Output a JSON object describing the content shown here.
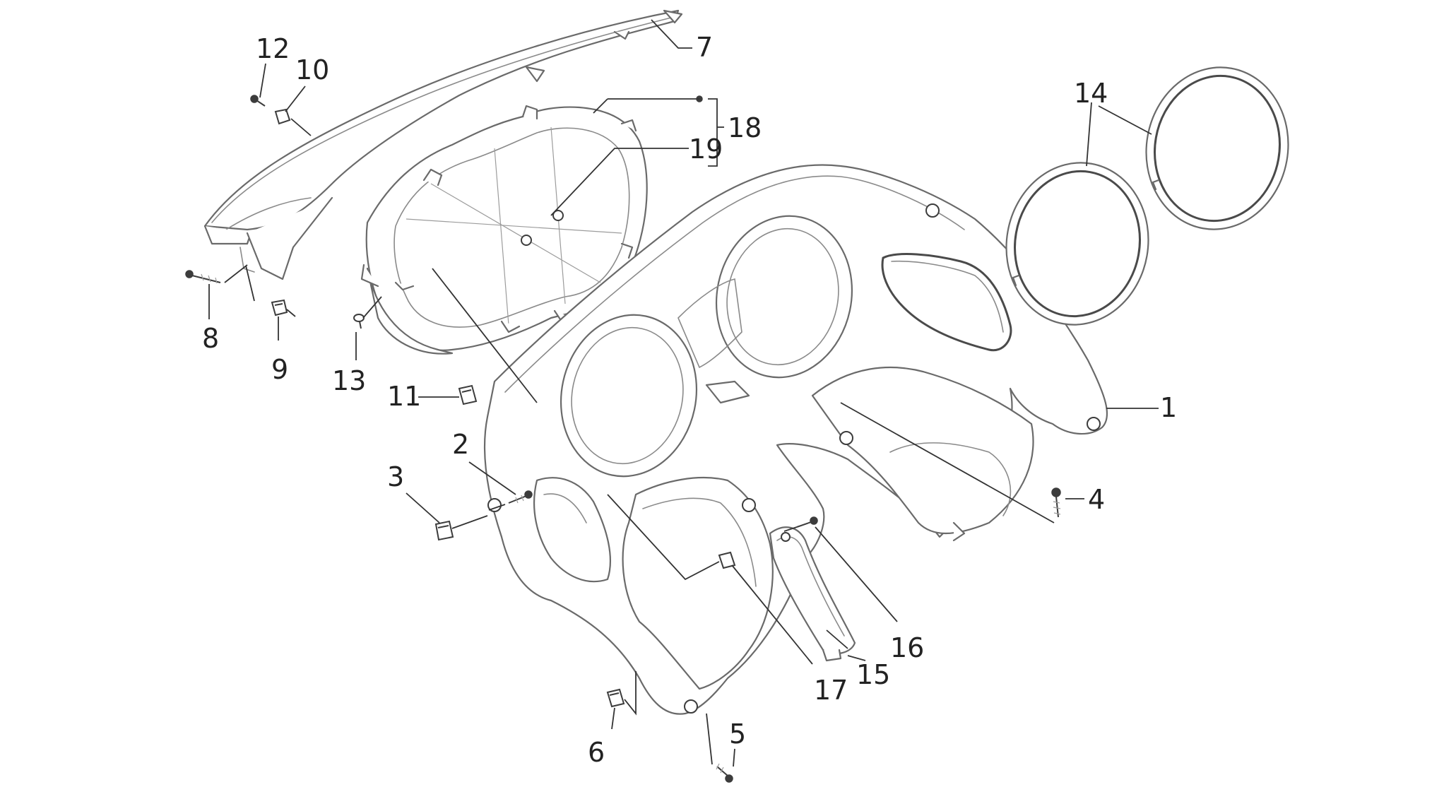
{
  "diagram": {
    "callouts": [
      {
        "id": "1",
        "label": "1"
      },
      {
        "id": "2",
        "label": "2"
      },
      {
        "id": "3",
        "label": "3"
      },
      {
        "id": "4",
        "label": "4"
      },
      {
        "id": "5",
        "label": "5"
      },
      {
        "id": "6",
        "label": "6"
      },
      {
        "id": "7",
        "label": "7"
      },
      {
        "id": "8",
        "label": "8"
      },
      {
        "id": "9",
        "label": "9"
      },
      {
        "id": "10",
        "label": "10"
      },
      {
        "id": "11",
        "label": "11"
      },
      {
        "id": "12",
        "label": "12"
      },
      {
        "id": "13",
        "label": "13"
      },
      {
        "id": "14",
        "label": "14"
      },
      {
        "id": "15",
        "label": "15"
      },
      {
        "id": "16",
        "label": "16"
      },
      {
        "id": "17",
        "label": "17"
      },
      {
        "id": "18",
        "label": "18"
      },
      {
        "id": "19",
        "label": "19"
      }
    ],
    "colors": {
      "line": "#6a6a6a",
      "leader": "#333333",
      "label": "#222222",
      "background": "#ffffff"
    }
  }
}
